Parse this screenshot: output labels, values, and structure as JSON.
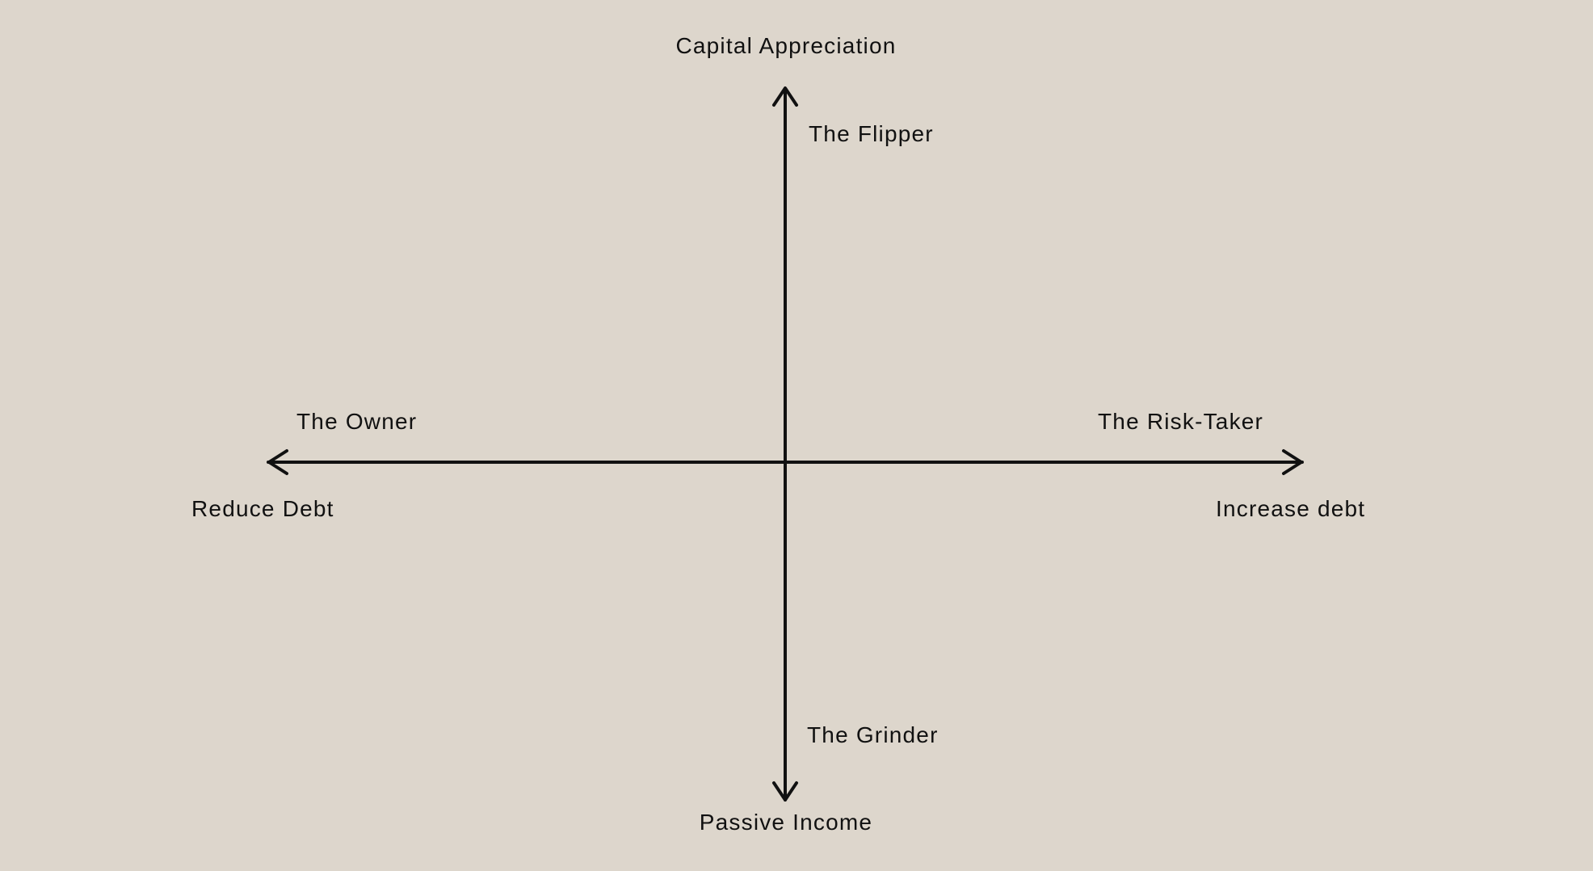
{
  "diagram": {
    "background_color": "#ddd6cc",
    "line_color": "#111111",
    "axes": {
      "top": "Capital Appreciation",
      "bottom": "Passive Income",
      "left": "Reduce Debt",
      "right": "Increase debt"
    },
    "quadrant_labels": {
      "top": "The Flipper",
      "left": "The Owner",
      "right": "The Risk-Taker",
      "bottom": "The Grinder"
    }
  }
}
